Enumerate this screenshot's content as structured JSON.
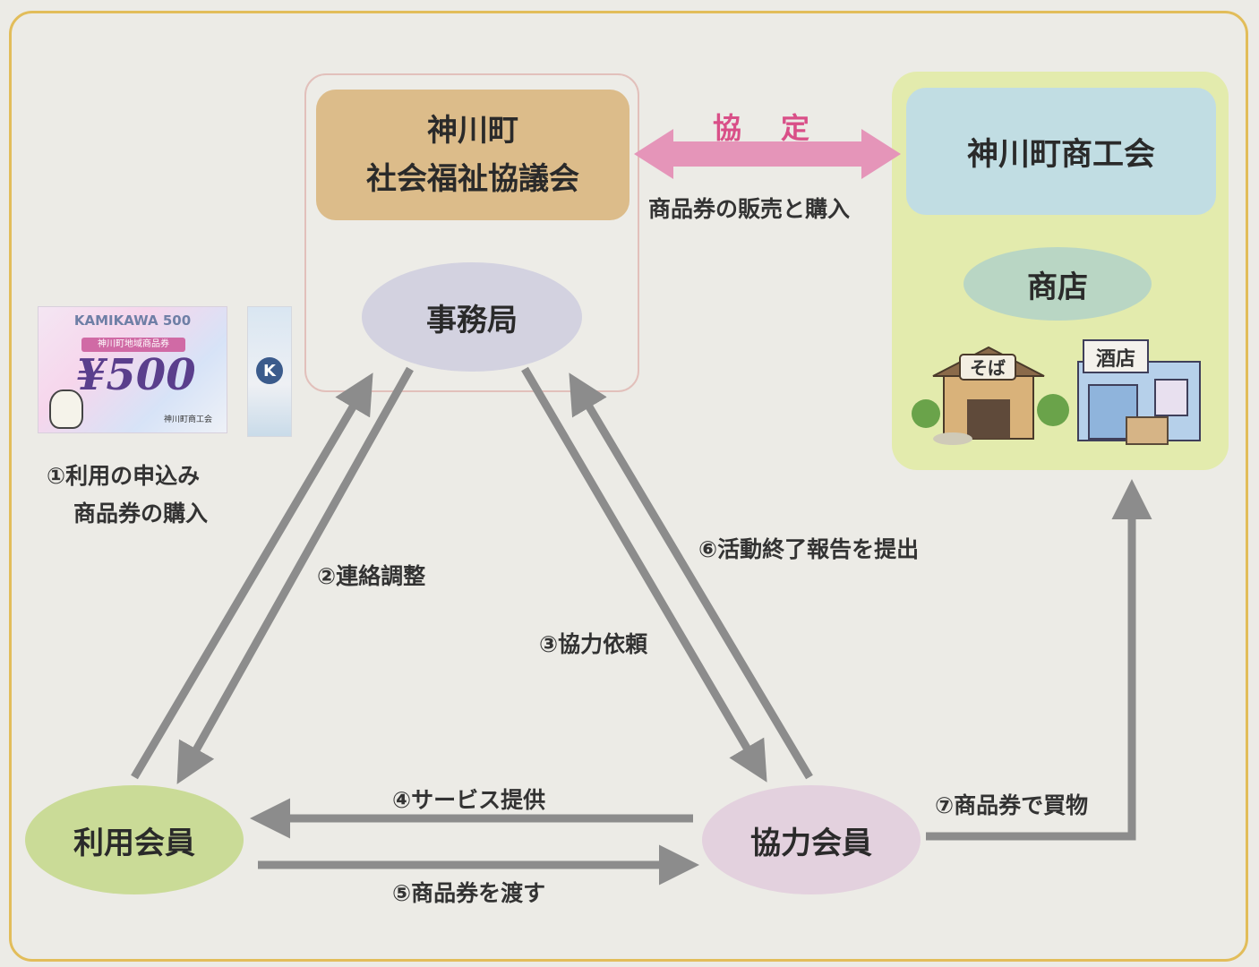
{
  "nodes": {
    "council_line1": "神川町",
    "council_line2": "社会福祉協議会",
    "office": "事務局",
    "commerce": "神川町商工会",
    "shop": "商店",
    "user_member": "利用会員",
    "coop_member": "協力会員"
  },
  "agreement": {
    "title": "協定",
    "subtitle": "商品券の販売と購入"
  },
  "steps": {
    "s1a": "①利用の申込み",
    "s1b": "商品券の購入",
    "s2": "②連絡調整",
    "s3": "③協力依頼",
    "s4": "④サービス提供",
    "s5": "⑤商品券を渡す",
    "s6": "⑥活動終了報告を提出",
    "s7": "⑦商品券で買物"
  },
  "coupon": {
    "name": "KAMIKAWA 500",
    "subtitle": "神川町地域商品券",
    "value": "¥500",
    "issuer": "神川町商工会"
  },
  "shops": {
    "soba": "そば",
    "liquor": "酒店"
  },
  "colors": {
    "frame": "#e2bd5a",
    "agreement_arrow": "#e595b9",
    "flow_arrow": "#8c8c8c"
  }
}
